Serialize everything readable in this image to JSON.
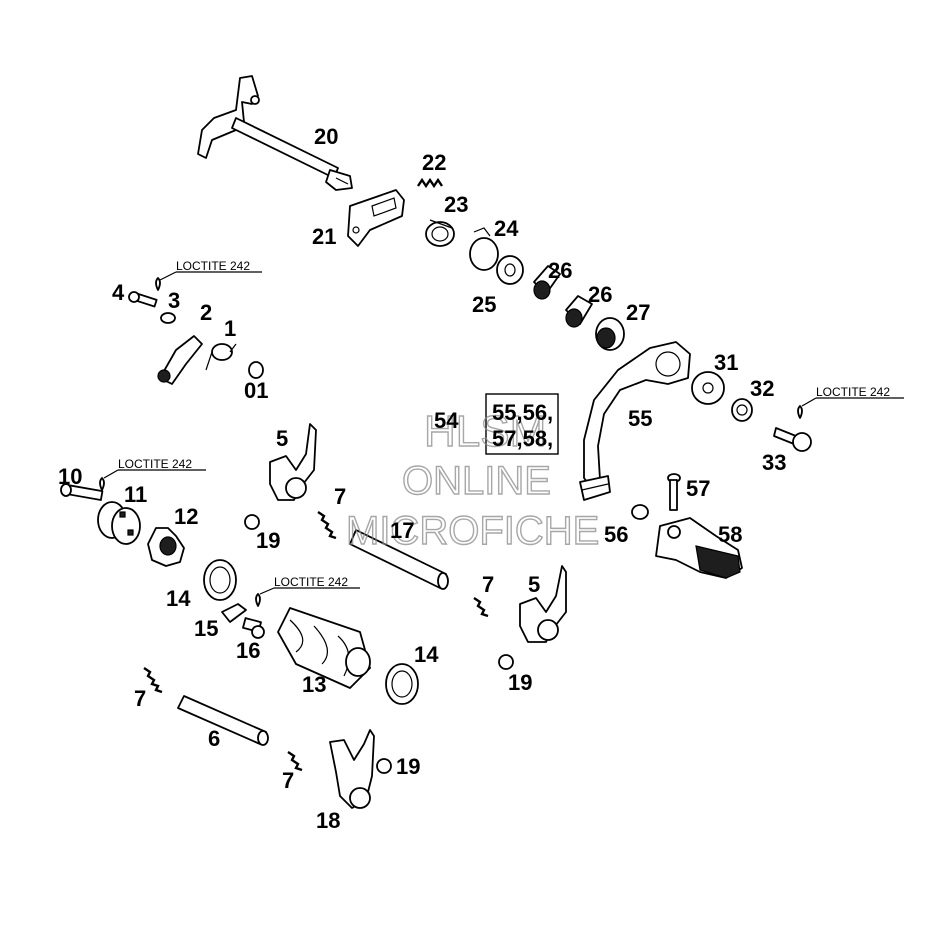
{
  "diagram": {
    "part_labels": {
      "p1": "1",
      "p01": "01",
      "p2": "2",
      "p3": "3",
      "p4": "4",
      "p5a": "5",
      "p5b": "5",
      "p6": "6",
      "p7a": "7",
      "p7b": "7",
      "p7c": "7",
      "p7d": "7",
      "p10": "10",
      "p11": "11",
      "p12": "12",
      "p13": "13",
      "p14a": "14",
      "p14b": "14",
      "p15": "15",
      "p16": "16",
      "p17": "17",
      "p18": "18",
      "p19a": "19",
      "p19b": "19",
      "p19c": "19",
      "p20": "20",
      "p21": "21",
      "p22": "22",
      "p23": "23",
      "p24": "24",
      "p25": "25",
      "p26a": "26",
      "p26b": "26",
      "p27": "27",
      "p31": "31",
      "p32": "32",
      "p33": "33",
      "p54": "54",
      "p55": "55",
      "p56": "56",
      "p57": "57",
      "p58": "58"
    },
    "group_box": {
      "line1": "55,56,",
      "line2": "57,58,"
    },
    "loctite_notes": {
      "n1": "LOCTITE 242",
      "n2": "LOCTITE 242",
      "n3": "LOCTITE 242",
      "n4": "LOCTITE 242"
    },
    "watermark": {
      "line1": "HLSM",
      "line2": "ONLINE",
      "line3": "MICROFICHE"
    }
  }
}
